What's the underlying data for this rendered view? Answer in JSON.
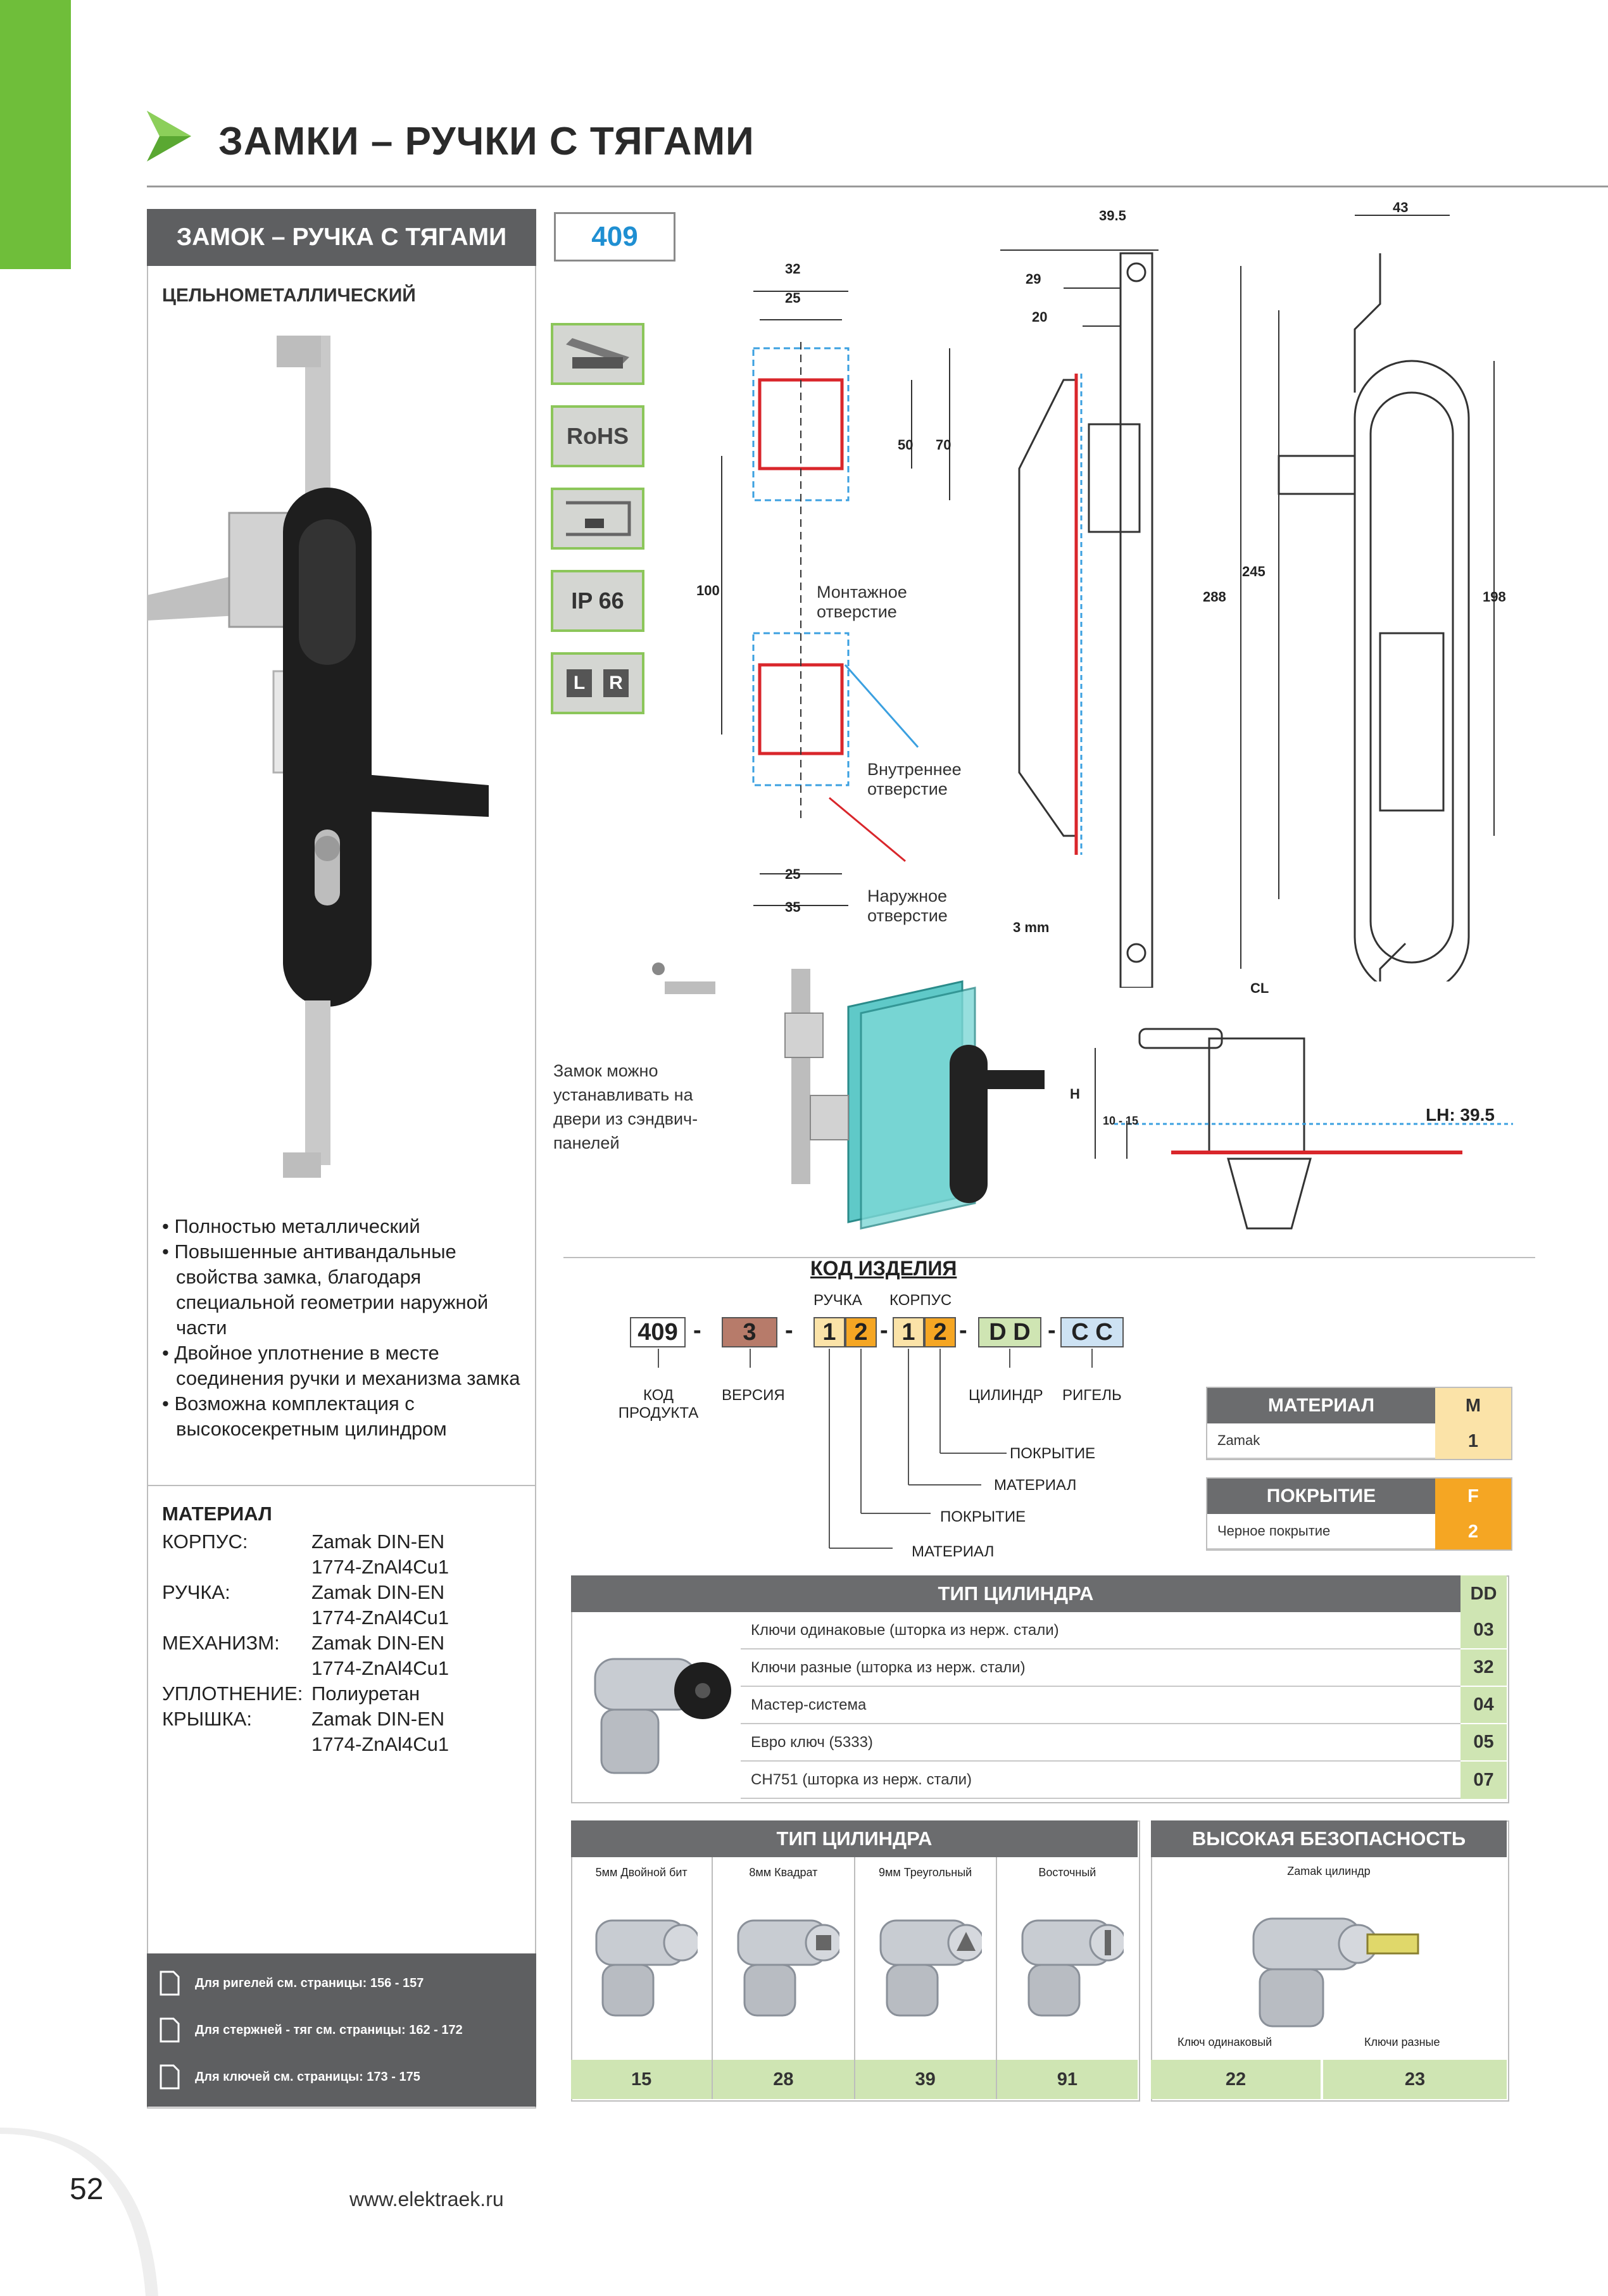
{
  "header": {
    "title": "ЗАМКИ – РУЧКИ С ТЯГАМИ"
  },
  "product": {
    "name": "ЗАМОК – РУЧКА С ТЯГАМИ",
    "code": "409",
    "subtitle": "ЦЕЛЬНОМЕТАЛЛИЧЕСКИЙ",
    "icons": [
      "rail-icon",
      "rohs-icon",
      "door-profile-icon",
      "ip66-icon",
      "left-right-icon"
    ],
    "rohs_label": "RoHS",
    "ip_label": "IP 66",
    "lr_labels": [
      "L",
      "R"
    ]
  },
  "features": [
    "• Полностью металлический",
    "• Повышенные антивандальные свойства замка, благодаря специальной геометрии наружной части",
    "• Двойное уплотнение в месте соединения ручки и механизма замка",
    "• Возможна комплектация с высокосекретным цилиндром"
  ],
  "material": {
    "title": "МАТЕРИАЛ",
    "rows": [
      {
        "label": "КОРПУС:",
        "value": "Zamak DIN-EN 1774-ZnAl4Cu1"
      },
      {
        "label": "РУЧКА:",
        "value": "Zamak DIN-EN 1774-ZnAl4Cu1"
      },
      {
        "label": "МЕХАНИЗМ:",
        "value": "Zamak DIN-EN 1774-ZnAl4Cu1"
      },
      {
        "label": "УПЛОТНЕНИЕ:",
        "value": "Полиуретан"
      },
      {
        "label": "КРЫШКА:",
        "value": "Zamak DIN-EN 1774-ZnAl4Cu1"
      }
    ]
  },
  "references": [
    "Для ригелей см. страницы: 156 - 157",
    "Для стержней - тяг см. страницы: 162 - 172",
    "Для ключей см. страницы: 173 - 175"
  ],
  "drawing": {
    "cutout_labels": [
      "Монтажное отверстие",
      "Внутреннее отверстие",
      "Наружное отверстие"
    ],
    "dims_cutout": [
      "32",
      "25",
      "50",
      "70",
      "100",
      "25",
      "35"
    ],
    "dims_side": [
      "39.5",
      "29",
      "20",
      "3 mm"
    ],
    "dims_front": [
      "43",
      "288",
      "245",
      "198"
    ],
    "dims_bottom": [
      "CL",
      "H",
      "10 - 15",
      "LH: 39.5"
    ],
    "sandwich_note": "Замок можно устанавливать на двери из сэндвич-панелей"
  },
  "product_code": {
    "title": "КОД ИЗДЕЛИЯ",
    "segments": [
      "409",
      "3",
      "1",
      "2",
      "1",
      "2",
      "D D",
      "C C"
    ],
    "top_labels": {
      "handle": "РУЧКА",
      "body": "КОРПУС"
    },
    "bottom_labels": {
      "code": "КОД ПРОДУКТА",
      "version": "ВЕРСИЯ",
      "cylinder": "ЦИЛИНДР",
      "bolt": "РИГЕЛЬ"
    },
    "leader_labels": [
      "ПОКРЫТИЕ",
      "МАТЕРИАЛ",
      "ПОКРЫТИЕ",
      "МАТЕРИАЛ"
    ]
  },
  "material_table": {
    "title": "МАТЕРИАЛ",
    "code": "M",
    "rows": [
      {
        "label": "Zamak",
        "value": "1"
      }
    ]
  },
  "coating_table": {
    "title": "ПОКРЫТИЕ",
    "code": "F",
    "rows": [
      {
        "label": "Черное покрытие",
        "value": "2"
      }
    ]
  },
  "cylinder_table": {
    "title": "ТИП ЦИЛИНДРА",
    "code": "DD",
    "rows": [
      {
        "label": "Ключи одинаковые (шторка из нерж. стали)",
        "value": "03"
      },
      {
        "label": "Ключи разные (шторка из нерж. стали)",
        "value": "32"
      },
      {
        "label": "Мастер-система",
        "value": "04"
      },
      {
        "label": "Евро ключ (5333)",
        "value": "05"
      },
      {
        "label": "CH751 (шторка из нерж. стали)",
        "value": "07"
      }
    ]
  },
  "cylinder_types": {
    "title": "ТИП ЦИЛИНДРА",
    "items": [
      {
        "label": "5мм Двойной бит",
        "value": "15"
      },
      {
        "label": "8мм Квадрат",
        "value": "28"
      },
      {
        "label": "9мм Треугольный",
        "value": "39"
      },
      {
        "label": "Восточный",
        "value": "91"
      }
    ]
  },
  "high_security": {
    "title": "ВЫСОКАЯ БЕЗОПАСНОСТЬ",
    "caption": "Zamak цилиндр",
    "items": [
      {
        "label": "Ключ одинаковый",
        "value": "22"
      },
      {
        "label": "Ключи разные",
        "value": "23"
      }
    ]
  },
  "footer": {
    "page": "52",
    "site": "www.elektraek.ru"
  },
  "colors": {
    "green": "#6fbe3a",
    "dark": "#5e5f61",
    "blue": "#1f8fd2",
    "red": "#d9262b",
    "orange": "#f5a623",
    "light_green": "#cfe5b3"
  }
}
